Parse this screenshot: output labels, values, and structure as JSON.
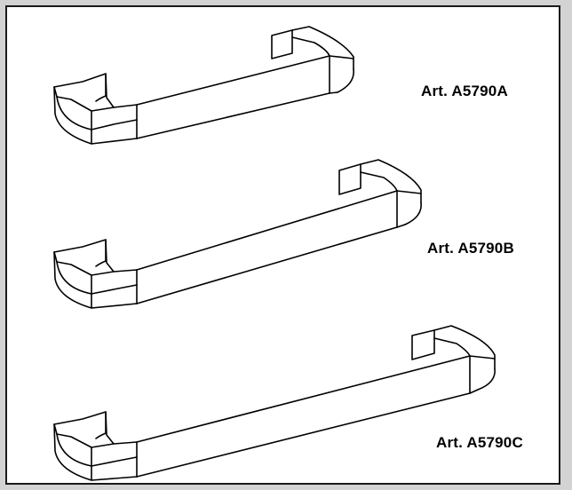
{
  "sheet": {
    "colors": {
      "background": "#d3d3d3",
      "paper": "#ffffff",
      "line": "#000000"
    },
    "items": [
      {
        "label": "Art. A5790A",
        "icon": "towel-bar-short-icon"
      },
      {
        "label": "Art. A5790B",
        "icon": "towel-bar-medium-icon"
      },
      {
        "label": "Art. A5790C",
        "icon": "towel-bar-long-icon"
      }
    ]
  }
}
